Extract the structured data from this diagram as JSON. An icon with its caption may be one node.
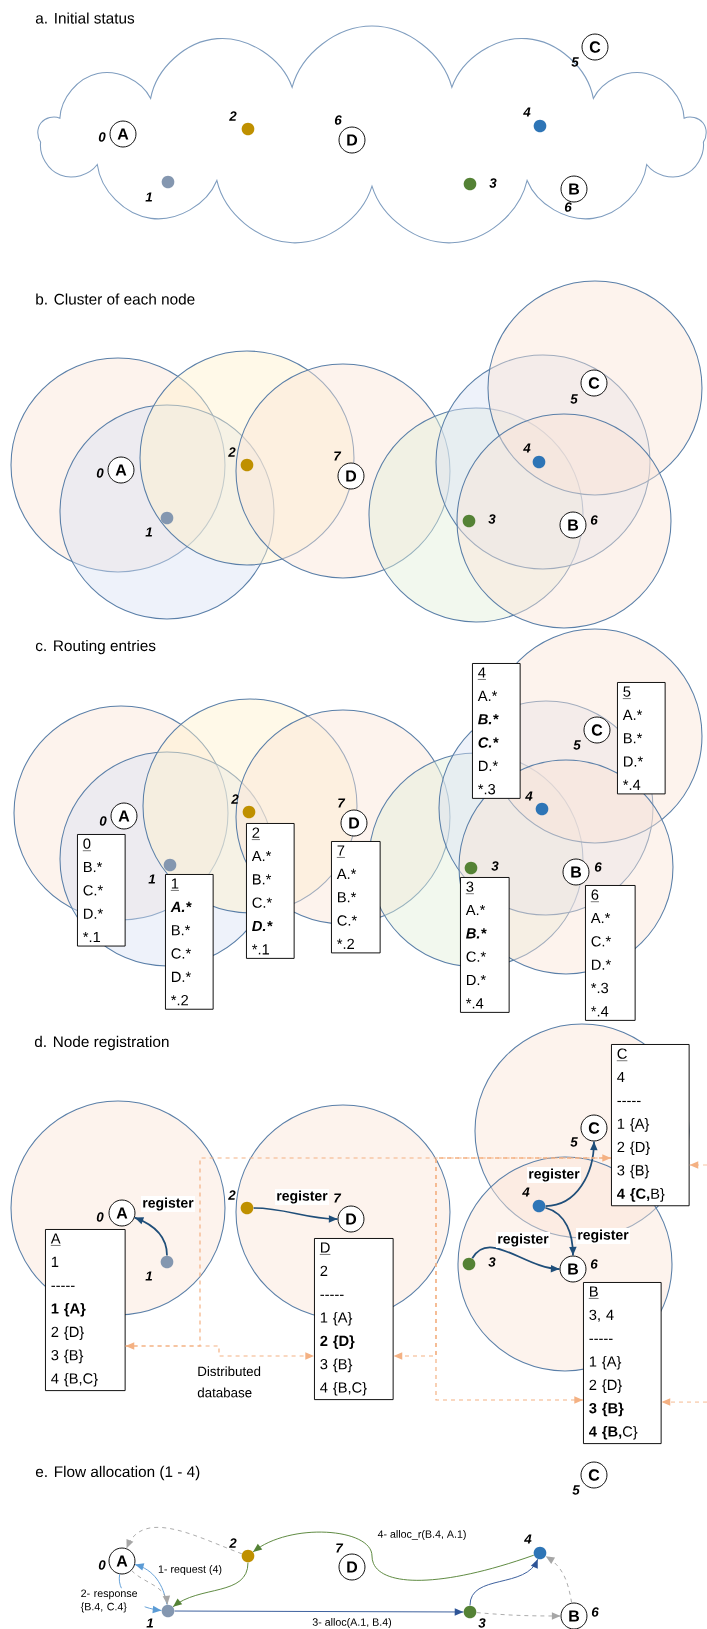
{
  "diagram": {
    "nodes": [
      {
        "text": [
          "A"
        ],
        "beside": [
          "0"
        ]
      },
      {
        "text": [],
        "shape": "circle",
        "beside": [
          "1"
        ]
      },
      {
        "text": [],
        "shape": "circle",
        "beside": [
          "2"
        ]
      },
      {
        "text": [
          "D"
        ],
        "beside": [
          "6"
        ]
      },
      {
        "text": [],
        "shape": "circle",
        "beside": [
          "3"
        ]
      },
      {
        "text": [],
        "shape": "circle",
        "beside": [
          "4"
        ]
      },
      {
        "text": [
          "B"
        ],
        "beside": [
          "6"
        ]
      },
      {
        "text": [
          "C"
        ],
        "beside": [
          "5"
        ]
      },
      {
        "text": [
          "A"
        ],
        "beside": [
          "0"
        ]
      },
      {
        "text": [],
        "shape": "circle",
        "beside": [
          "1"
        ]
      },
      {
        "text": [],
        "shape": "circle",
        "beside": [
          "2"
        ]
      },
      {
        "text": [
          "D"
        ],
        "beside": [
          "7"
        ]
      },
      {
        "text": [],
        "shape": "circle",
        "beside": [
          "3"
        ]
      },
      {
        "text": [],
        "shape": "circle",
        "beside": [
          "4"
        ]
      },
      {
        "text": [
          "B"
        ],
        "beside": [
          "6"
        ]
      },
      {
        "text": [
          "C"
        ],
        "beside": [
          "5"
        ]
      },
      {
        "text": [
          "A"
        ],
        "beside": [
          "0"
        ]
      },
      {
        "text": [],
        "shape": "circle",
        "beside": [
          "1"
        ]
      },
      {
        "text": [],
        "shape": "circle",
        "beside": [
          "2"
        ]
      },
      {
        "text": [
          "D"
        ],
        "beside": [
          "7"
        ]
      },
      {
        "text": [],
        "shape": "circle",
        "beside": [
          "3"
        ]
      },
      {
        "text": [],
        "shape": "circle",
        "beside": [
          "4"
        ]
      },
      {
        "text": [
          "B"
        ],
        "beside": [
          "6"
        ]
      },
      {
        "text": [
          "C"
        ],
        "beside": [
          "5"
        ]
      },
      {
        "text": [
          "0",
          "B.*",
          "C.*",
          "D.*",
          "*.1"
        ]
      },
      {
        "text": [
          "1",
          "A.*",
          "B.*",
          "C.*",
          "D.*",
          "*.2"
        ]
      },
      {
        "text": [
          "2",
          "A.*",
          "B.*",
          "C.*",
          "D.*",
          "*.1"
        ]
      },
      {
        "text": [
          "7",
          "A.*",
          "B.*",
          "C.*",
          "*.2"
        ]
      },
      {
        "text": [
          "3",
          "A.*",
          "B.*",
          "C.*",
          "D.*",
          "*.4"
        ]
      },
      {
        "text": [
          "4",
          "A.*",
          "B.*",
          "C.*",
          "D.*",
          "*.3"
        ]
      },
      {
        "text": [
          "6",
          "A.*",
          "C.*",
          "D.*",
          "*.3",
          "*.4"
        ]
      },
      {
        "text": [
          "5",
          "A.*",
          "B.*",
          "D.*",
          "*.4"
        ]
      },
      {
        "text": [
          "A"
        ],
        "beside": [
          "0"
        ]
      },
      {
        "text": [],
        "shape": "circle",
        "beside": [
          "1"
        ]
      },
      {
        "text": [],
        "shape": "circle",
        "beside": [
          "2"
        ]
      },
      {
        "text": [
          "D"
        ],
        "beside": [
          "7"
        ]
      },
      {
        "text": [],
        "shape": "circle",
        "beside": [
          "3"
        ]
      },
      {
        "text": [],
        "shape": "circle",
        "beside": [
          "4"
        ]
      },
      {
        "text": [
          "B"
        ],
        "beside": [
          "6"
        ]
      },
      {
        "text": [
          "C"
        ],
        "beside": [
          "5"
        ]
      },
      {
        "text": [
          "A",
          "1",
          "-----",
          "1 {A}",
          "2 {D}",
          "3 {B}",
          "4 {B,C}"
        ]
      },
      {
        "text": [
          "D",
          "2",
          "-----",
          "1 {A}",
          "2 {D}",
          "3 {B}",
          "4 {B,C}"
        ]
      },
      {
        "text": [
          "C",
          "4",
          "-----",
          "1 {A}",
          "2 {D}",
          "3 {B}",
          "**4 {C,**B}"
        ]
      },
      {
        "text": [
          "B",
          "3, 4",
          "-----",
          "1 {A}",
          "2 {D}",
          "3 {B}",
          "**4 {B,**C}"
        ]
      },
      {
        "text": [
          "A"
        ],
        "beside": [
          "0"
        ]
      },
      {
        "text": [],
        "shape": "circle",
        "beside": [
          "1"
        ]
      },
      {
        "text": [],
        "shape": "circle",
        "beside": [
          "2"
        ]
      },
      {
        "text": [
          "D"
        ],
        "beside": [
          "7"
        ]
      },
      {
        "text": [],
        "shape": "circle",
        "beside": [
          "3"
        ]
      },
      {
        "text": [],
        "shape": "circle",
        "beside": [
          "4"
        ]
      },
      {
        "text": [
          "B"
        ],
        "beside": [
          "6"
        ]
      },
      {
        "text": [
          "C"
        ],
        "beside": [
          "5"
        ]
      }
    ],
    "edges": [
      {
        "from": 33,
        "to": 32,
        "arrow": "to",
        "label": "register",
        "color": "#1f4e79"
      },
      {
        "from": 34,
        "to": 35,
        "arrow": "to",
        "label": "register",
        "color": "#1f4e79"
      },
      {
        "from": 37,
        "to": 39,
        "arrow": "to",
        "label": "register",
        "color": "#1f4e79"
      },
      {
        "from": 37,
        "to": 38,
        "arrow": "to",
        "label": "register",
        "color": "#1f4e79"
      },
      {
        "from": 36,
        "to": 38,
        "arrow": "to",
        "label": "register",
        "color": "#1f4e79"
      },
      {
        "from": 40,
        "to": 42,
        "arrow": "both",
        "style": "dashed",
        "color": "#f4b183"
      },
      {
        "from": 40,
        "to": 41,
        "arrow": "to",
        "style": "dashed",
        "color": "#f4b183"
      },
      {
        "from": 42,
        "to": 41,
        "arrow": "to",
        "style": "dashed",
        "color": "#f4b183"
      },
      {
        "from": 42,
        "to": 43,
        "arrow": "to",
        "style": "dashed",
        "color": "#f4b183"
      },
      {
        "from": null,
        "to": 42,
        "arrow": "to",
        "style": "dashed",
        "color": "#f4b183"
      },
      {
        "from": null,
        "to": 43,
        "arrow": "to",
        "style": "dashed",
        "color": "#f4b183"
      },
      {
        "from": 45,
        "to": 44,
        "arrow": "to",
        "label": "1- request (4)",
        "color": "#5b9bd5"
      },
      {
        "from": 44,
        "to": 45,
        "arrow": "to",
        "label": "2- response {B.4, C.4}",
        "color": "#5b9bd5"
      },
      {
        "from": 44,
        "to": 45,
        "arrow": "to",
        "style": "dashed",
        "color": "#a6a6a6"
      },
      {
        "from": 46,
        "to": 44,
        "arrow": "to",
        "style": "dashed",
        "color": "#a6a6a6"
      },
      {
        "from": 46,
        "to": 45,
        "arrow": "to",
        "color": "#548235"
      },
      {
        "from": 45,
        "to": 48,
        "arrow": "to",
        "label": "3- alloc(A.1, B.4)",
        "color": "#2f5597"
      },
      {
        "from": 48,
        "to": 49,
        "arrow": "to",
        "color": "#2f5597"
      },
      {
        "from": 49,
        "to": 46,
        "arrow": "to",
        "label": "4- alloc_r(B.4, A.1)",
        "color": "#548235"
      },
      {
        "from": 48,
        "to": 50,
        "arrow": "to",
        "style": "dashed",
        "color": "#a6a6a6"
      },
      {
        "from": 50,
        "to": 49,
        "arrow": "to",
        "style": "dashed",
        "color": "#a6a6a6"
      }
    ],
    "labels": [
      "a. Initial status",
      "b. Cluster of each node",
      "c. Routing entries",
      "d. Node registration",
      "Distributed database",
      "e. Flow allocation (1 - 4)"
    ]
  }
}
